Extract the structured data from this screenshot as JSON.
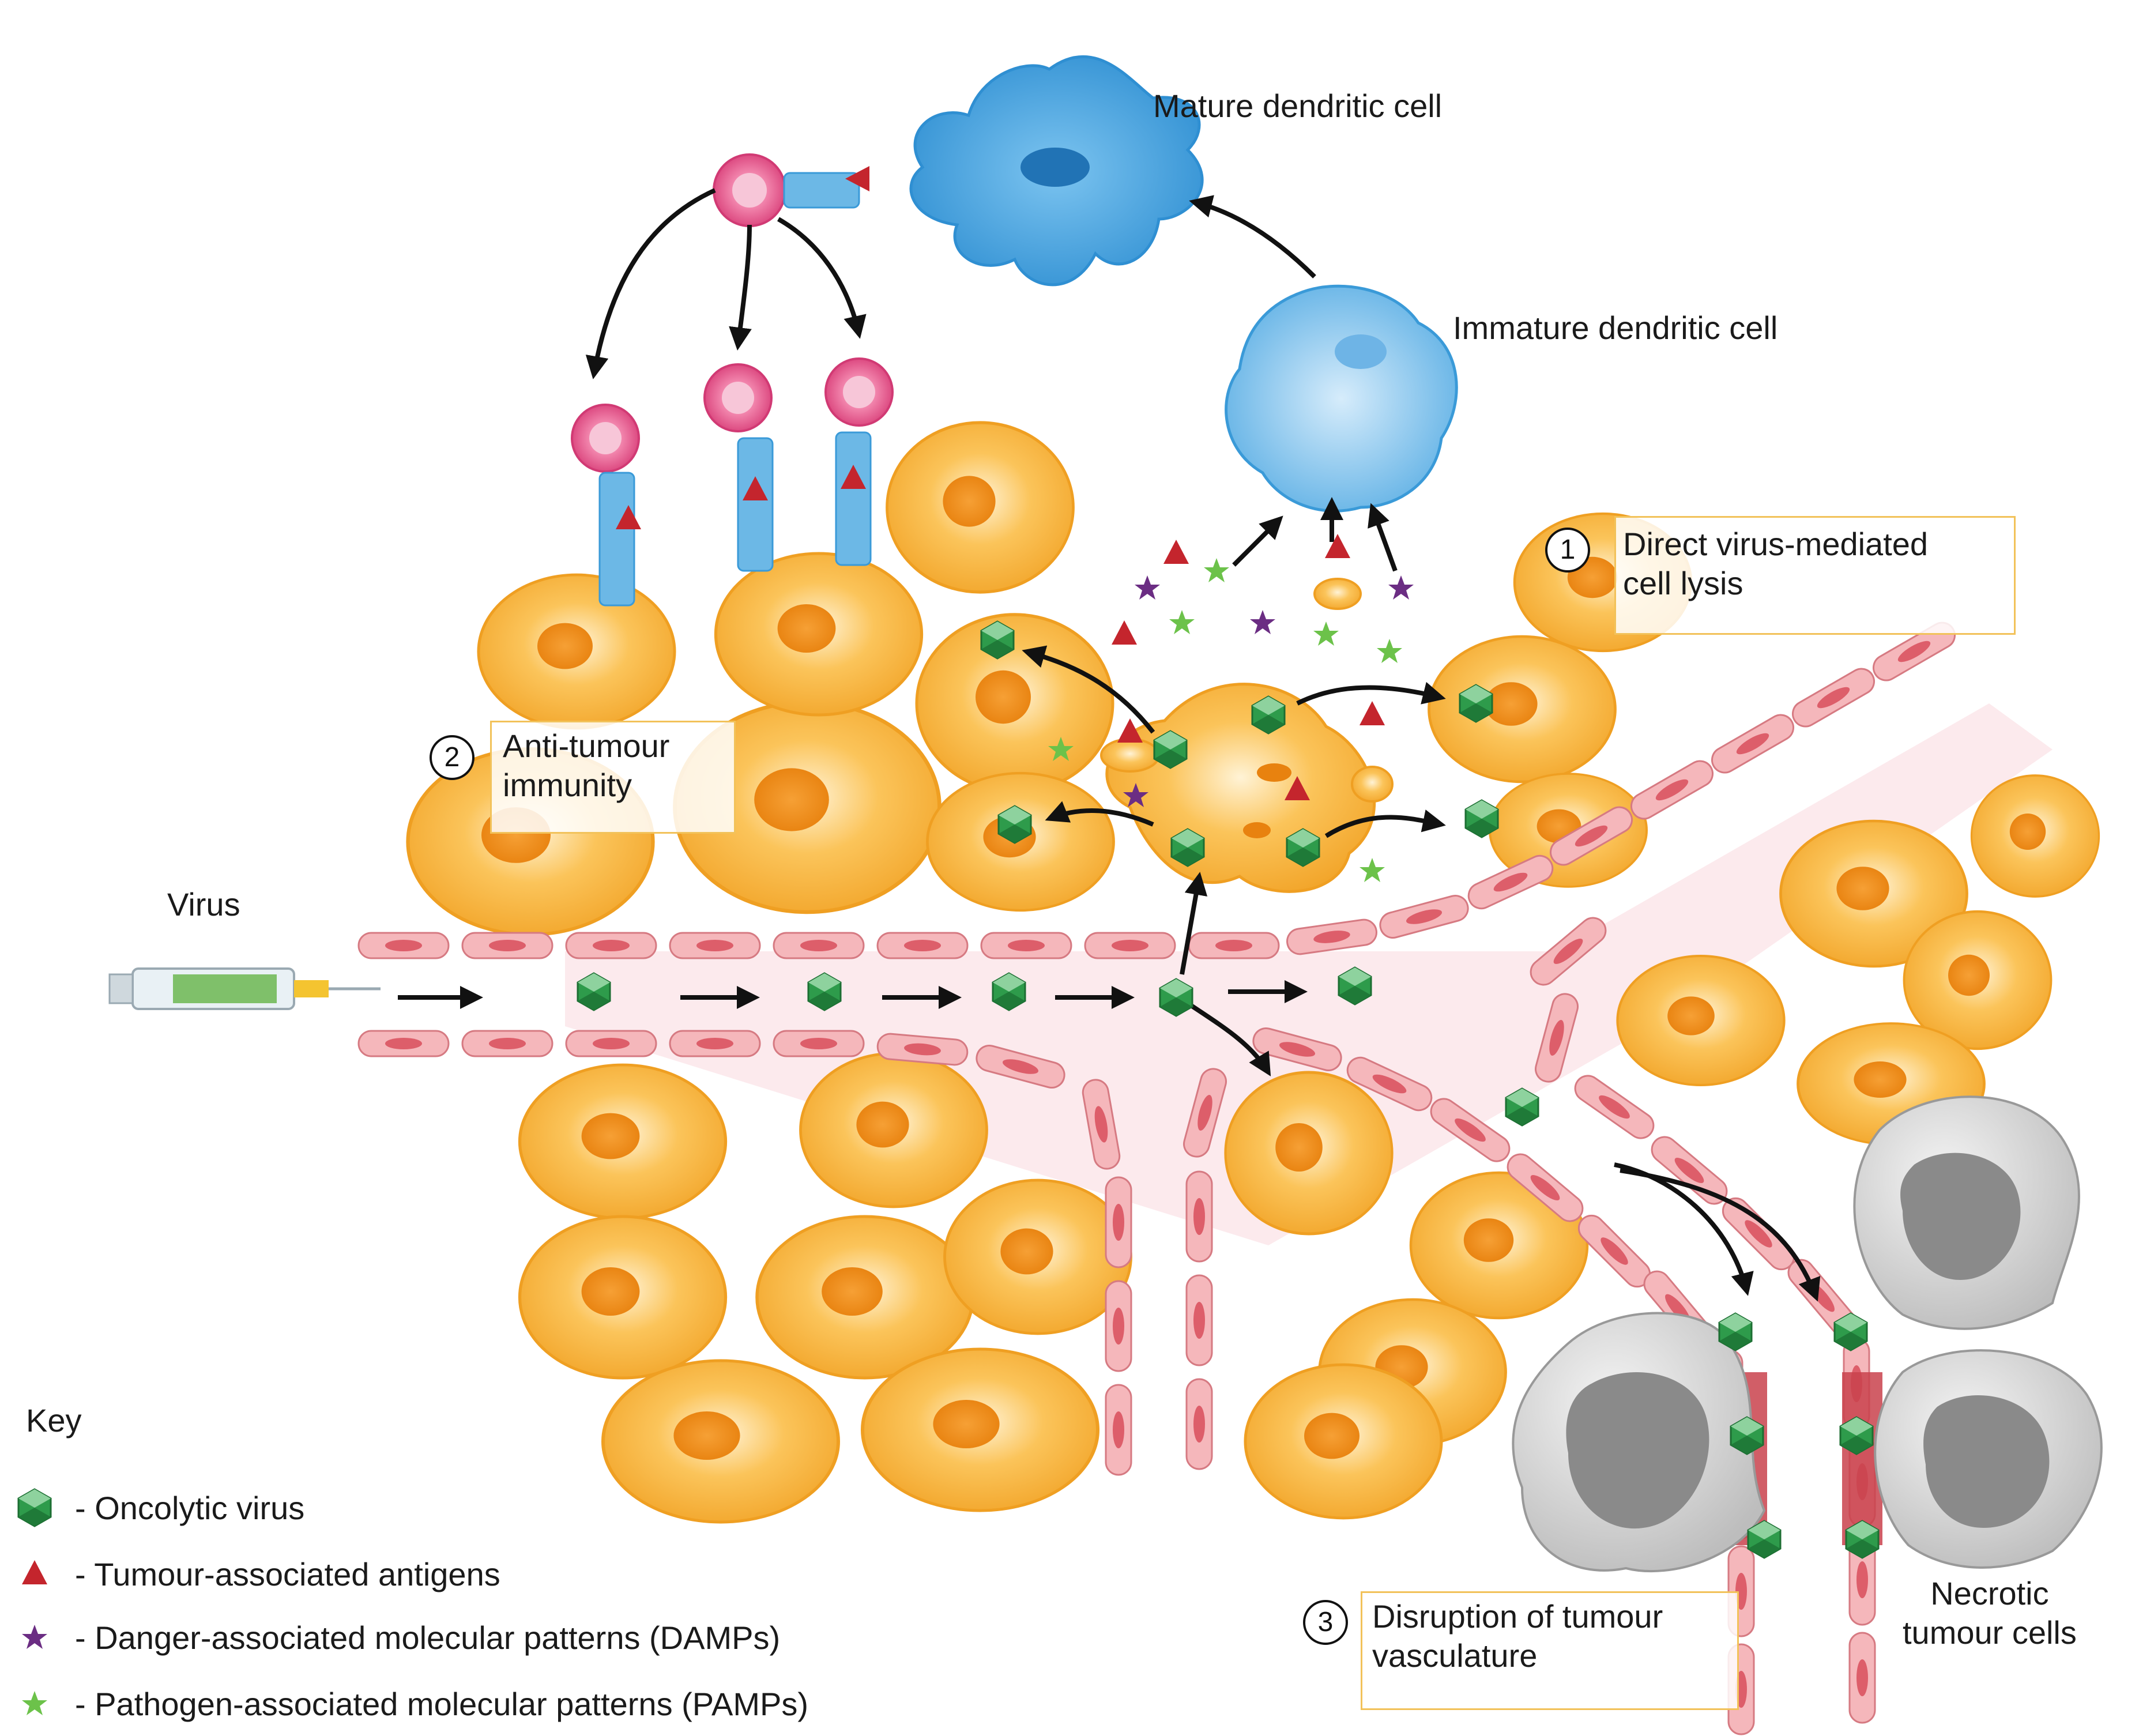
{
  "labels": {
    "mature_dc": "Mature dendritic cell",
    "immature_dc": "Immature dendritic cell",
    "virus": "Virus",
    "necrotic_line1": "Necrotic",
    "necrotic_line2": "tumour cells"
  },
  "steps": [
    {
      "num": "1",
      "line1": "Direct virus-mediated",
      "line2": "cell lysis"
    },
    {
      "num": "2",
      "line1": "Anti-tumour",
      "line2": "immunity"
    },
    {
      "num": "3",
      "line1": "Disruption of tumour",
      "line2": "vasculature"
    }
  ],
  "key": {
    "title": "Key",
    "items": [
      {
        "icon": "oncolytic-virus-icon",
        "text": "- Oncolytic virus"
      },
      {
        "icon": "tumour-antigen-icon",
        "text": "- Tumour-associated antigens"
      },
      {
        "icon": "damp-star-icon",
        "text": "- Danger-associated molecular patterns (DAMPs)"
      },
      {
        "icon": "pamp-star-icon",
        "text": "- Pathogen-associated molecular patterns (PAMPs)"
      }
    ]
  },
  "colors": {
    "tumour_cell": "#f7b43c",
    "tumour_nucleus": "#ee8a1a",
    "vessel": "#f2a9ad",
    "virus": "#2e9b4b",
    "antigen": "#c4252d",
    "damp": "#6b2d83",
    "pamp": "#6cc24a",
    "dendritic": "#3a9ad8",
    "necrotic": "#c9c9c9"
  }
}
